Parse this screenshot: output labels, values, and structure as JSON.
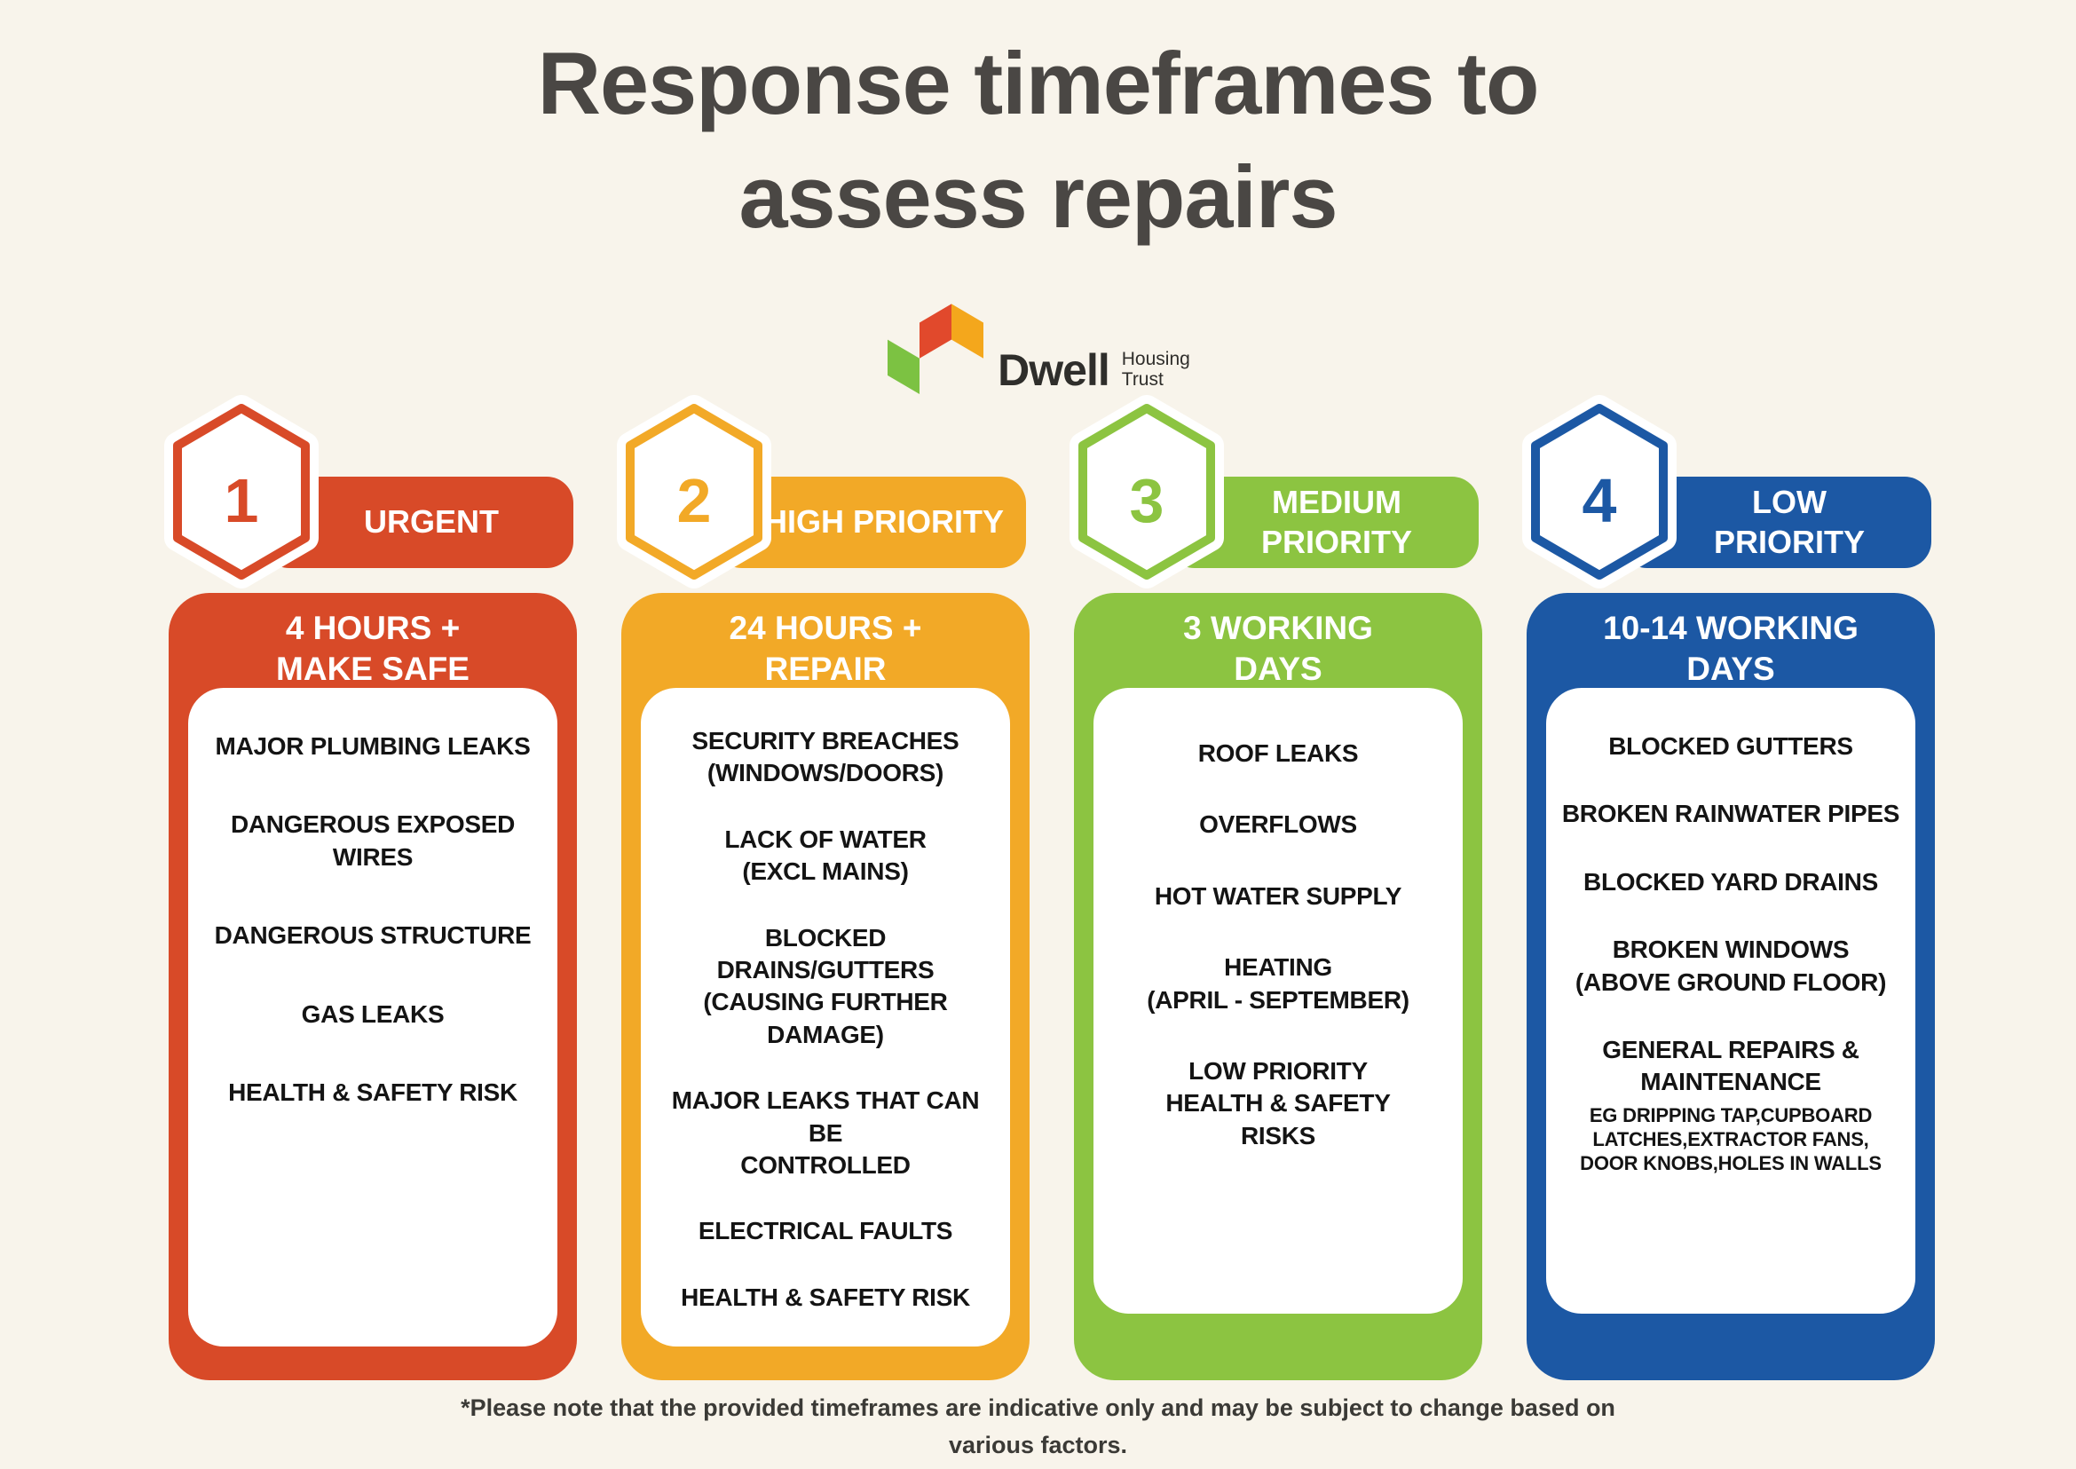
{
  "page": {
    "background": "#F8F4EB",
    "title_lines": [
      "Response timeframes to",
      "assess repairs"
    ],
    "footnote_lines": [
      "*Please note that the provided timeframes are indicative only and may be subject to change based on",
      "various factors."
    ]
  },
  "logo": {
    "wordmark": "Dwell",
    "suffix_lines": [
      "Housing",
      "Trust"
    ],
    "mark_colors": {
      "green": "#7CC242",
      "red": "#E1492C",
      "orange": "#F4A71C"
    }
  },
  "columns": [
    {
      "number": "1",
      "label_lines": [
        "URGENT"
      ],
      "color": "#D84A28",
      "timeframe_lines": [
        "4 HOURS +",
        "MAKE SAFE"
      ],
      "items": [
        {
          "lines": [
            "MAJOR PLUMBING LEAKS"
          ]
        },
        {
          "lines": [
            "DANGEROUS EXPOSED",
            "WIRES"
          ]
        },
        {
          "lines": [
            "DANGEROUS STRUCTURE"
          ]
        },
        {
          "lines": [
            "GAS LEAKS"
          ]
        },
        {
          "lines": [
            "HEALTH & SAFETY RISK"
          ]
        }
      ]
    },
    {
      "number": "2",
      "label_lines": [
        "HIGH PRIORITY"
      ],
      "color": "#F2A927",
      "timeframe_lines": [
        "24 HOURS +",
        "REPAIR"
      ],
      "items": [
        {
          "lines": [
            "SECURITY BREACHES",
            "(WINDOWS/DOORS)"
          ]
        },
        {
          "lines": [
            "LACK OF WATER",
            "(EXCL MAINS)"
          ]
        },
        {
          "lines": [
            "BLOCKED",
            "DRAINS/GUTTERS",
            "(CAUSING FURTHER",
            "DAMAGE)"
          ]
        },
        {
          "lines": [
            "MAJOR LEAKS THAT CAN BE",
            "CONTROLLED"
          ]
        },
        {
          "lines": [
            "ELECTRICAL FAULTS"
          ]
        },
        {
          "lines": [
            "HEALTH & SAFETY RISK"
          ]
        }
      ]
    },
    {
      "number": "3",
      "label_lines": [
        "MEDIUM",
        "PRIORITY"
      ],
      "color": "#8CC441",
      "timeframe_lines": [
        "3 WORKING",
        "DAYS"
      ],
      "items": [
        {
          "lines": [
            "ROOF LEAKS"
          ]
        },
        {
          "lines": [
            "OVERFLOWS"
          ]
        },
        {
          "lines": [
            "HOT WATER SUPPLY"
          ]
        },
        {
          "lines": [
            "HEATING",
            "(APRIL - SEPTEMBER)"
          ]
        },
        {
          "lines": [
            "LOW PRIORITY",
            "HEALTH & SAFETY",
            "RISKS"
          ]
        }
      ]
    },
    {
      "number": "4",
      "label_lines": [
        "LOW",
        "PRIORITY"
      ],
      "color": "#1C58A4",
      "timeframe_lines": [
        "10-14 WORKING",
        "DAYS"
      ],
      "items": [
        {
          "lines": [
            "BLOCKED GUTTERS"
          ]
        },
        {
          "lines": [
            "BROKEN RAINWATER PIPES"
          ]
        },
        {
          "lines": [
            "BLOCKED YARD DRAINS"
          ]
        },
        {
          "lines": [
            "BROKEN WINDOWS",
            "(ABOVE GROUND FLOOR)"
          ]
        },
        {
          "lines": [
            "GENERAL REPAIRS &",
            "MAINTENANCE"
          ],
          "note_lines": [
            "EG DRIPPING TAP,CUPBOARD",
            "LATCHES,EXTRACTOR FANS,",
            "DOOR KNOBS,HOLES IN WALLS"
          ]
        }
      ]
    }
  ]
}
